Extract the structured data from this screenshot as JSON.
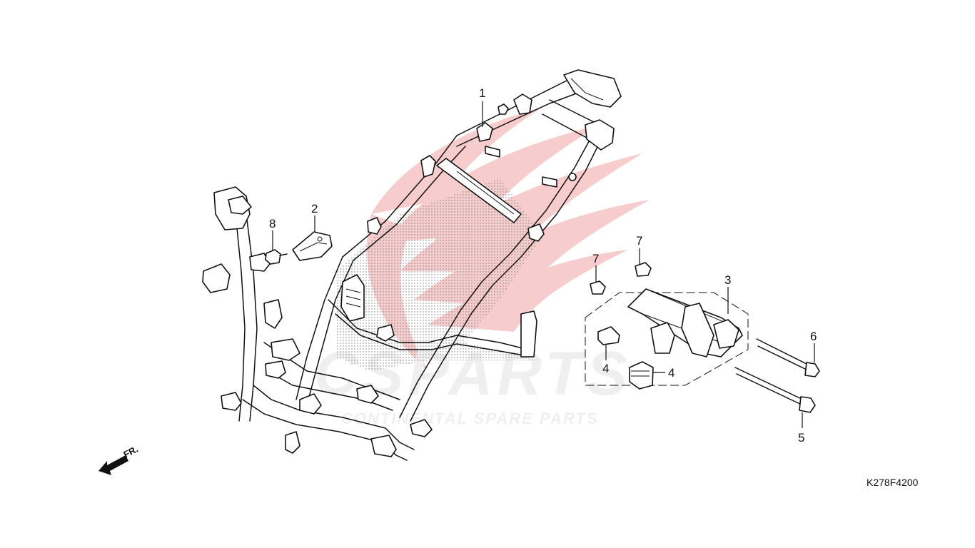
{
  "diagram": {
    "callouts": [
      "1",
      "2",
      "3",
      "4",
      "4",
      "5",
      "6",
      "7",
      "7",
      "8"
    ],
    "direction_label": "FR.",
    "diagram_code": "K278F4200"
  },
  "watermark": {
    "brand": "CSPARTS",
    "tagline": "CONTINENTAL SPARE PARTS",
    "color": "#e34a4a"
  }
}
